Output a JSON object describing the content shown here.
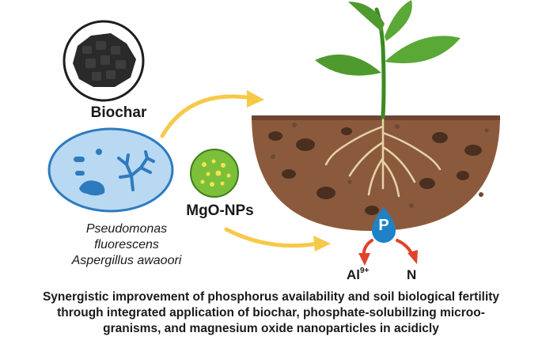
{
  "labels": {
    "biochar": "Biochar",
    "mgo": "MgO-NPs",
    "organisms": [
      "Pseudomonas",
      "fluorescens",
      "Aspergillus awaoori"
    ],
    "phosphate": "P",
    "ion_al": "Al",
    "ion_al_charge": "9+",
    "ion_n": "N"
  },
  "caption": [
    "Synergistic improvement of phosphorus availability and soil biological fertility",
    "through integrated application of biochar, phosphate-solubillzing microo-",
    "granisms, and magnesium oxide nanoparticles in acidicly"
  ],
  "colors": {
    "soil": "#8b5a3c",
    "soil_dark": "#5a3a28",
    "leaf": "#4f9a2e",
    "microbe_bg": "#b9d8f2",
    "microbe_shape": "#2d7bbf",
    "mgo_bg": "#7cbf3a",
    "mgo_dots": "#f0e64a",
    "arrow_yellow": "#f7c948",
    "arrow_red": "#e0432b",
    "phosphate_drop": "#1f82c6",
    "biochar": "#2a2a2a"
  }
}
